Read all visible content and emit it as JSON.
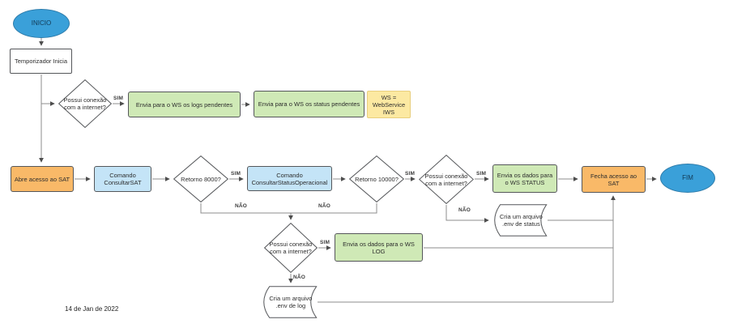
{
  "diagram": {
    "date_note": "14 de Jan de 2022",
    "labels": {
      "yes": "SIM",
      "no": "NÃO"
    },
    "nodes": {
      "inicio": "INICIO",
      "temporizador": "Temporizador Inicia",
      "internet1": "Possui conexão com a internet?",
      "envia_logs": "Envia para o WS os logs pendentes",
      "envia_status": "Envia para o WS os status pendentes",
      "ws_note": "WS =\nWebService\nIWS",
      "abre_sat": "Abre acesso ao SAT",
      "consultar_sat": "Comando ConsultarSAT",
      "retorno_8000": "Retorno 8000?",
      "consultar_status_op": "Comando ConsultarStatusOperacional",
      "retorno_10000": "Retorno 10000?",
      "internet2": "Possui conexão com a internet?",
      "envia_ws_status": "Envia os dados para o WS STATUS",
      "fecha_sat": "Fecha acesso ao SAT",
      "fim": "FIM",
      "cria_env_status": "Cria um arquivo .env de status",
      "internet3": "Possui conexão com a internet?",
      "envia_ws_log": "Envia os dados para o WS LOG",
      "cria_env_log": "Cria um arquivo .env de log"
    },
    "colors": {
      "terminal_fill": "#3aa0d9",
      "terminal_border": "#2e7cab",
      "green_fill": "#cfe9b6",
      "orange_fill": "#f9b968",
      "blue_fill": "#c4e4f7",
      "note_fill": "#fce9a2",
      "note_border": "#e8ce7d",
      "rect_border": "#55575a",
      "connector": "#8c8c8c",
      "arrowhead": "#4d4d4d"
    }
  }
}
